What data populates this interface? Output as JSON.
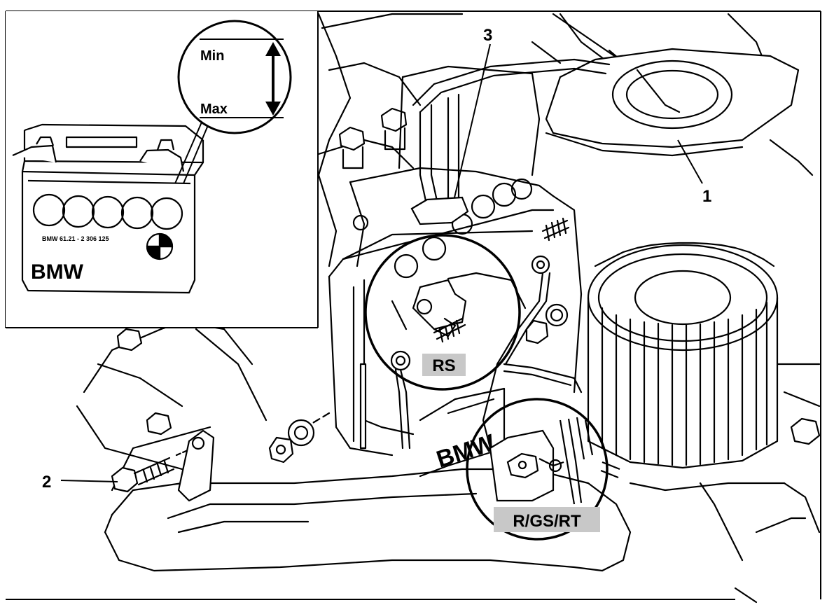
{
  "callouts": {
    "c1": "1",
    "c2": "2",
    "c3": "3"
  },
  "tags": {
    "rs": "RS",
    "rgsrt": "R/GS/RT"
  },
  "gauge": {
    "min": "Min",
    "max": "Max"
  },
  "battery": {
    "brand": "BMW",
    "part_number": "BMW 61.21 - 2 306 125"
  },
  "housing": {
    "brand": "BMW"
  },
  "colors": {
    "ink": "#000000",
    "tag_bg": "#c8c8c8",
    "paper": "#ffffff"
  }
}
